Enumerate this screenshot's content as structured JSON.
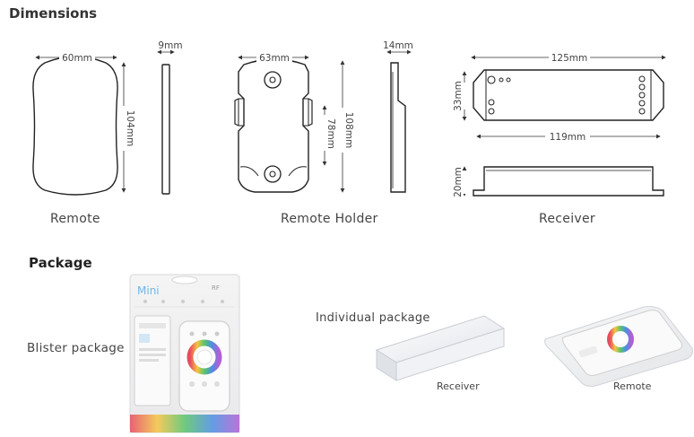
{
  "dimensions": {
    "title": "Dimensions",
    "remote": {
      "width": "60mm",
      "thickness": "9mm",
      "height": "104mm",
      "caption": "Remote"
    },
    "holder": {
      "width": "63mm",
      "thickness": "14mm",
      "inner_height": "78mm",
      "height": "108mm",
      "caption": "Remote Holder"
    },
    "receiver": {
      "width": "125mm",
      "height": "33mm",
      "mount": "119mm",
      "depth": "20mm",
      "caption": "Receiver"
    }
  },
  "package": {
    "title": "Package",
    "blister_label": "Blister package",
    "individual_label": "Individual package",
    "receiver_label": "Receiver",
    "remote_label": "Remote",
    "box_brand": "Mini",
    "box_tag": "RF"
  }
}
